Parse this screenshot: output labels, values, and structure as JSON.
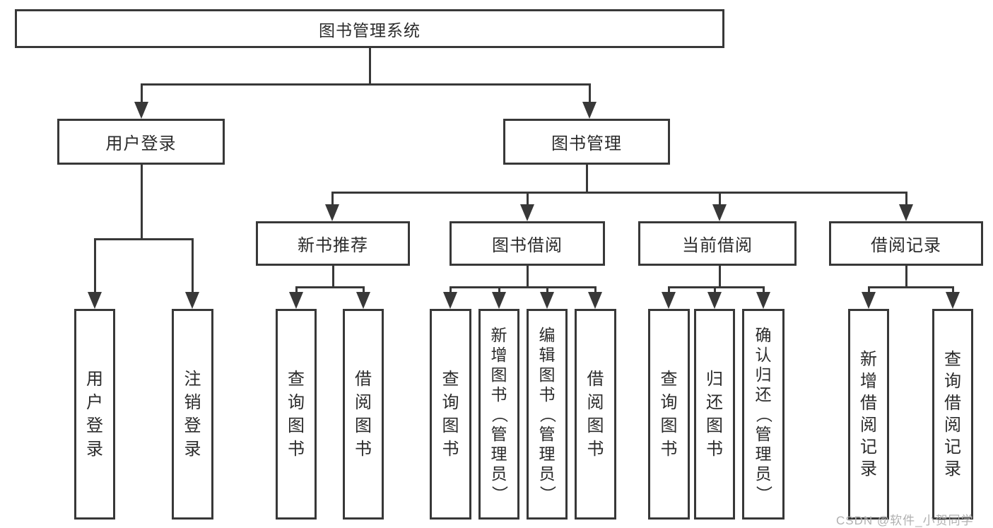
{
  "diagram": {
    "root": "图书管理系统",
    "level2": [
      "用户登录",
      "图书管理"
    ],
    "level3": [
      "新书推荐",
      "图书借阅",
      "当前借阅",
      "借阅记录"
    ],
    "leaves": {
      "login": [
        "用户登录",
        "注销登录"
      ],
      "recommend": [
        "查询图书",
        "借阅图书"
      ],
      "borrow": [
        "查询图书",
        "新增图书（管理员）",
        "编辑图书（管理员）",
        "借阅图书"
      ],
      "current": [
        "查询图书",
        "归还图书",
        "确认归还（管理员）"
      ],
      "records": [
        "新增借阅记录",
        "查询借阅记录"
      ]
    }
  },
  "watermark": "CSDN @软件_小贺同学",
  "colors": {
    "line": "#383838",
    "text": "#2b2b2b",
    "watermark_color": "#b0b0b0",
    "background": "#ffffff"
  }
}
